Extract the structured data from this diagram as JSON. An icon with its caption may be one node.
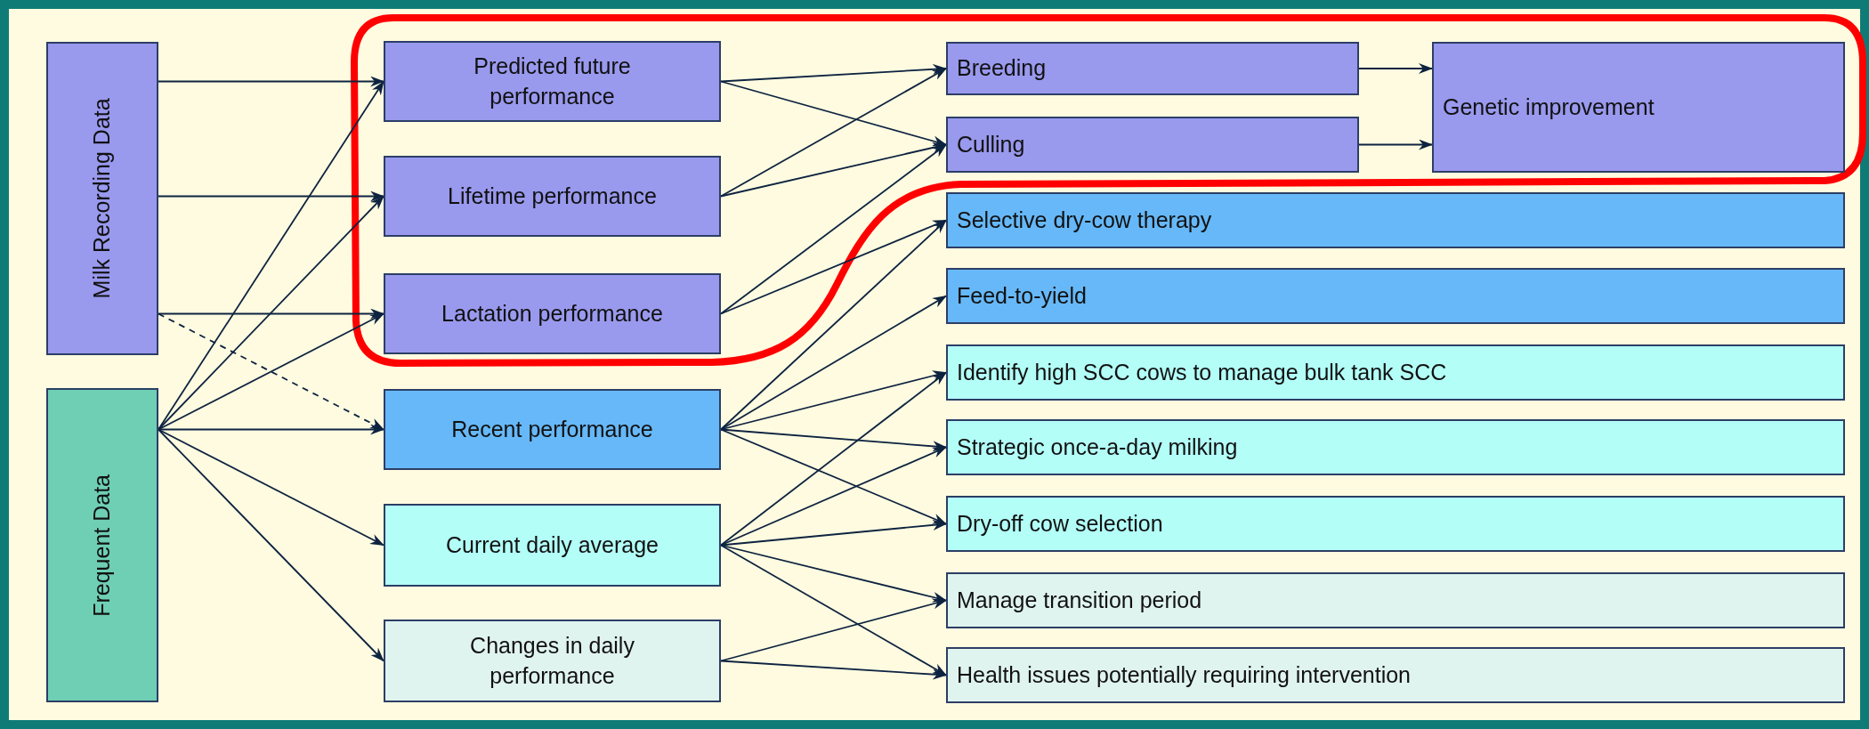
{
  "diagram": {
    "nodes": [
      {
        "text": [
          "Milk Recording Data"
        ]
      },
      {
        "text": [
          "Frequent Data"
        ]
      },
      {
        "text": [
          "Predicted future performance"
        ]
      },
      {
        "text": [
          "Lifetime performance"
        ]
      },
      {
        "text": [
          "Lactation performance"
        ]
      },
      {
        "text": [
          "Recent performance"
        ]
      },
      {
        "text": [
          "Current daily average"
        ]
      },
      {
        "text": [
          "Changes in daily performance"
        ]
      },
      {
        "text": [
          "Breeding"
        ]
      },
      {
        "text": [
          "Culling"
        ]
      },
      {
        "text": [
          "Genetic improvement"
        ]
      },
      {
        "text": [
          "Selective dry-cow therapy"
        ]
      },
      {
        "text": [
          "Feed-to-yield"
        ]
      },
      {
        "text": [
          "Identify high SCC cows to manage bulk tank SCC"
        ]
      },
      {
        "text": [
          "Strategic once-a-day milking"
        ]
      },
      {
        "text": [
          "Dry-off cow selection"
        ]
      },
      {
        "text": [
          "Manage transition period"
        ]
      },
      {
        "text": [
          "Health issues potentially requiring intervention"
        ]
      }
    ],
    "edges": [
      {
        "from": 0,
        "to": 2,
        "arrow": "to"
      },
      {
        "from": 0,
        "to": 3,
        "arrow": "to"
      },
      {
        "from": 0,
        "to": 4,
        "arrow": "to"
      },
      {
        "from": 0,
        "to": 5,
        "arrow": "to",
        "style": "dashed"
      },
      {
        "from": 1,
        "to": 2,
        "arrow": "to"
      },
      {
        "from": 1,
        "to": 3,
        "arrow": "to"
      },
      {
        "from": 1,
        "to": 4,
        "arrow": "to"
      },
      {
        "from": 1,
        "to": 5,
        "arrow": "to"
      },
      {
        "from": 1,
        "to": 6,
        "arrow": "to"
      },
      {
        "from": 1,
        "to": 7,
        "arrow": "to"
      },
      {
        "from": 2,
        "to": 8,
        "arrow": "to"
      },
      {
        "from": 2,
        "to": 9,
        "arrow": "to"
      },
      {
        "from": 3,
        "to": 8,
        "arrow": "to"
      },
      {
        "from": 3,
        "to": 9,
        "arrow": "to"
      },
      {
        "from": 4,
        "to": 9,
        "arrow": "to"
      },
      {
        "from": 4,
        "to": 11,
        "arrow": "to"
      },
      {
        "from": 8,
        "to": 10,
        "arrow": "to"
      },
      {
        "from": 9,
        "to": 10,
        "arrow": "to"
      },
      {
        "from": 5,
        "to": 11,
        "arrow": "to"
      },
      {
        "from": 5,
        "to": 12,
        "arrow": "to"
      },
      {
        "from": 5,
        "to": 13,
        "arrow": "to"
      },
      {
        "from": 5,
        "to": 14,
        "arrow": "to"
      },
      {
        "from": 5,
        "to": 15,
        "arrow": "to"
      },
      {
        "from": 6,
        "to": 13,
        "arrow": "to"
      },
      {
        "from": 6,
        "to": 14,
        "arrow": "to"
      },
      {
        "from": 6,
        "to": 15,
        "arrow": "to"
      },
      {
        "from": 6,
        "to": 16,
        "arrow": "to"
      },
      {
        "from": 6,
        "to": 17,
        "arrow": "to"
      },
      {
        "from": 7,
        "to": 16,
        "arrow": "to"
      },
      {
        "from": 7,
        "to": 17,
        "arrow": "to"
      }
    ]
  }
}
